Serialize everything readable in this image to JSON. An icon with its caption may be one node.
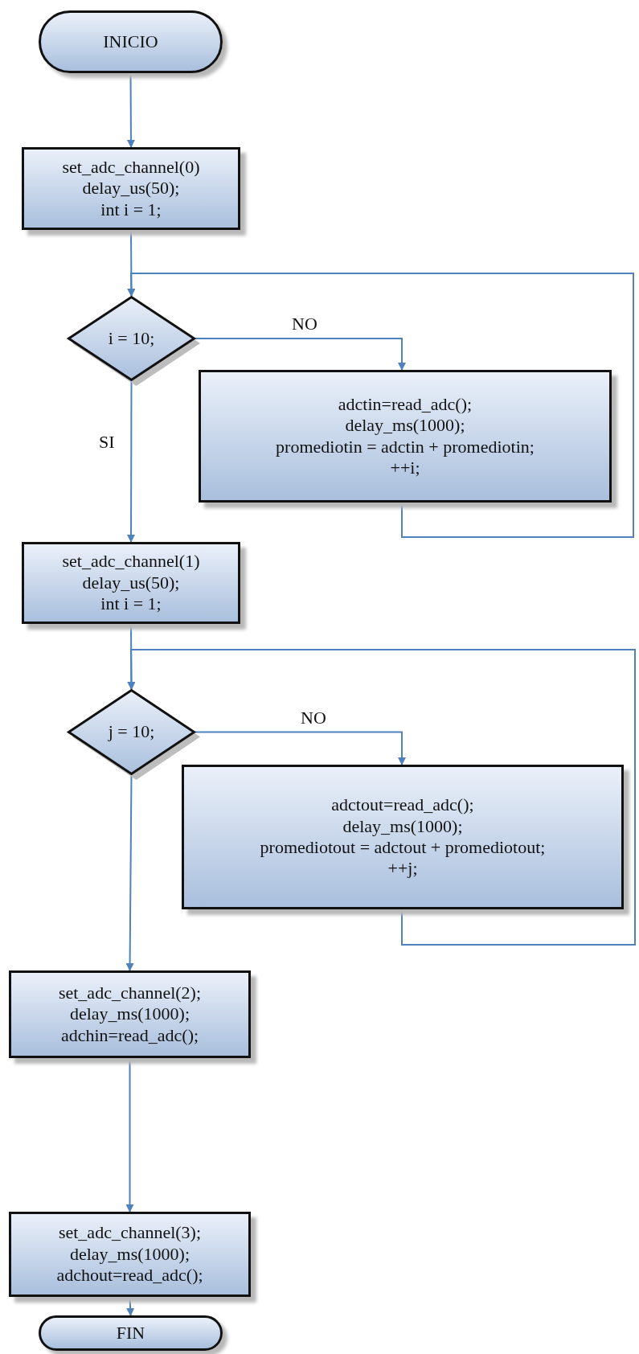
{
  "diagram": {
    "nodes": [
      {
        "text": [
          "INICIO"
        ]
      },
      {
        "text": [
          "set_adc_channel(0) delay_us(50); int i = 1;"
        ]
      },
      {
        "text": [
          "i = 10;"
        ]
      },
      {
        "text": [
          "adctin=read_adc(); delay_ms(1000); promediotin = adctin + promediotin; ++i;"
        ]
      },
      {
        "text": [
          "set_adc_channel(1) delay_us(50); int i = 1;"
        ]
      },
      {
        "text": [
          "j = 10;"
        ]
      },
      {
        "text": [
          "adctout=read_adc(); delay_ms(1000); promediotout = adctout + promediotout; ++j;"
        ]
      },
      {
        "text": [
          "set_adc_channel(2); delay_ms(1000); adchin=read_adc();"
        ]
      },
      {
        "text": [
          "set_adc_channel(3); delay_ms(1000); adchout=read_adc();"
        ]
      },
      {
        "text": [
          "FIN"
        ]
      }
    ],
    "edges": [
      {
        "from": 0,
        "to": 1,
        "arrow": "to"
      },
      {
        "from": 1,
        "to": 2,
        "arrow": "to"
      },
      {
        "from": 2,
        "to": 3,
        "arrow": "to",
        "label": "NO"
      },
      {
        "from": 3,
        "to": 2,
        "arrow": "to"
      },
      {
        "from": 2,
        "to": 4,
        "arrow": "to",
        "label": "SI"
      },
      {
        "from": 4,
        "to": 5,
        "arrow": "to"
      },
      {
        "from": 5,
        "to": 6,
        "arrow": "to",
        "label": "NO"
      },
      {
        "from": 6,
        "to": 5,
        "arrow": "to"
      },
      {
        "from": 5,
        "to": 7,
        "arrow": "to"
      },
      {
        "from": 7,
        "to": 8,
        "arrow": "to"
      },
      {
        "from": 8,
        "to": 9,
        "arrow": "to"
      }
    ]
  }
}
